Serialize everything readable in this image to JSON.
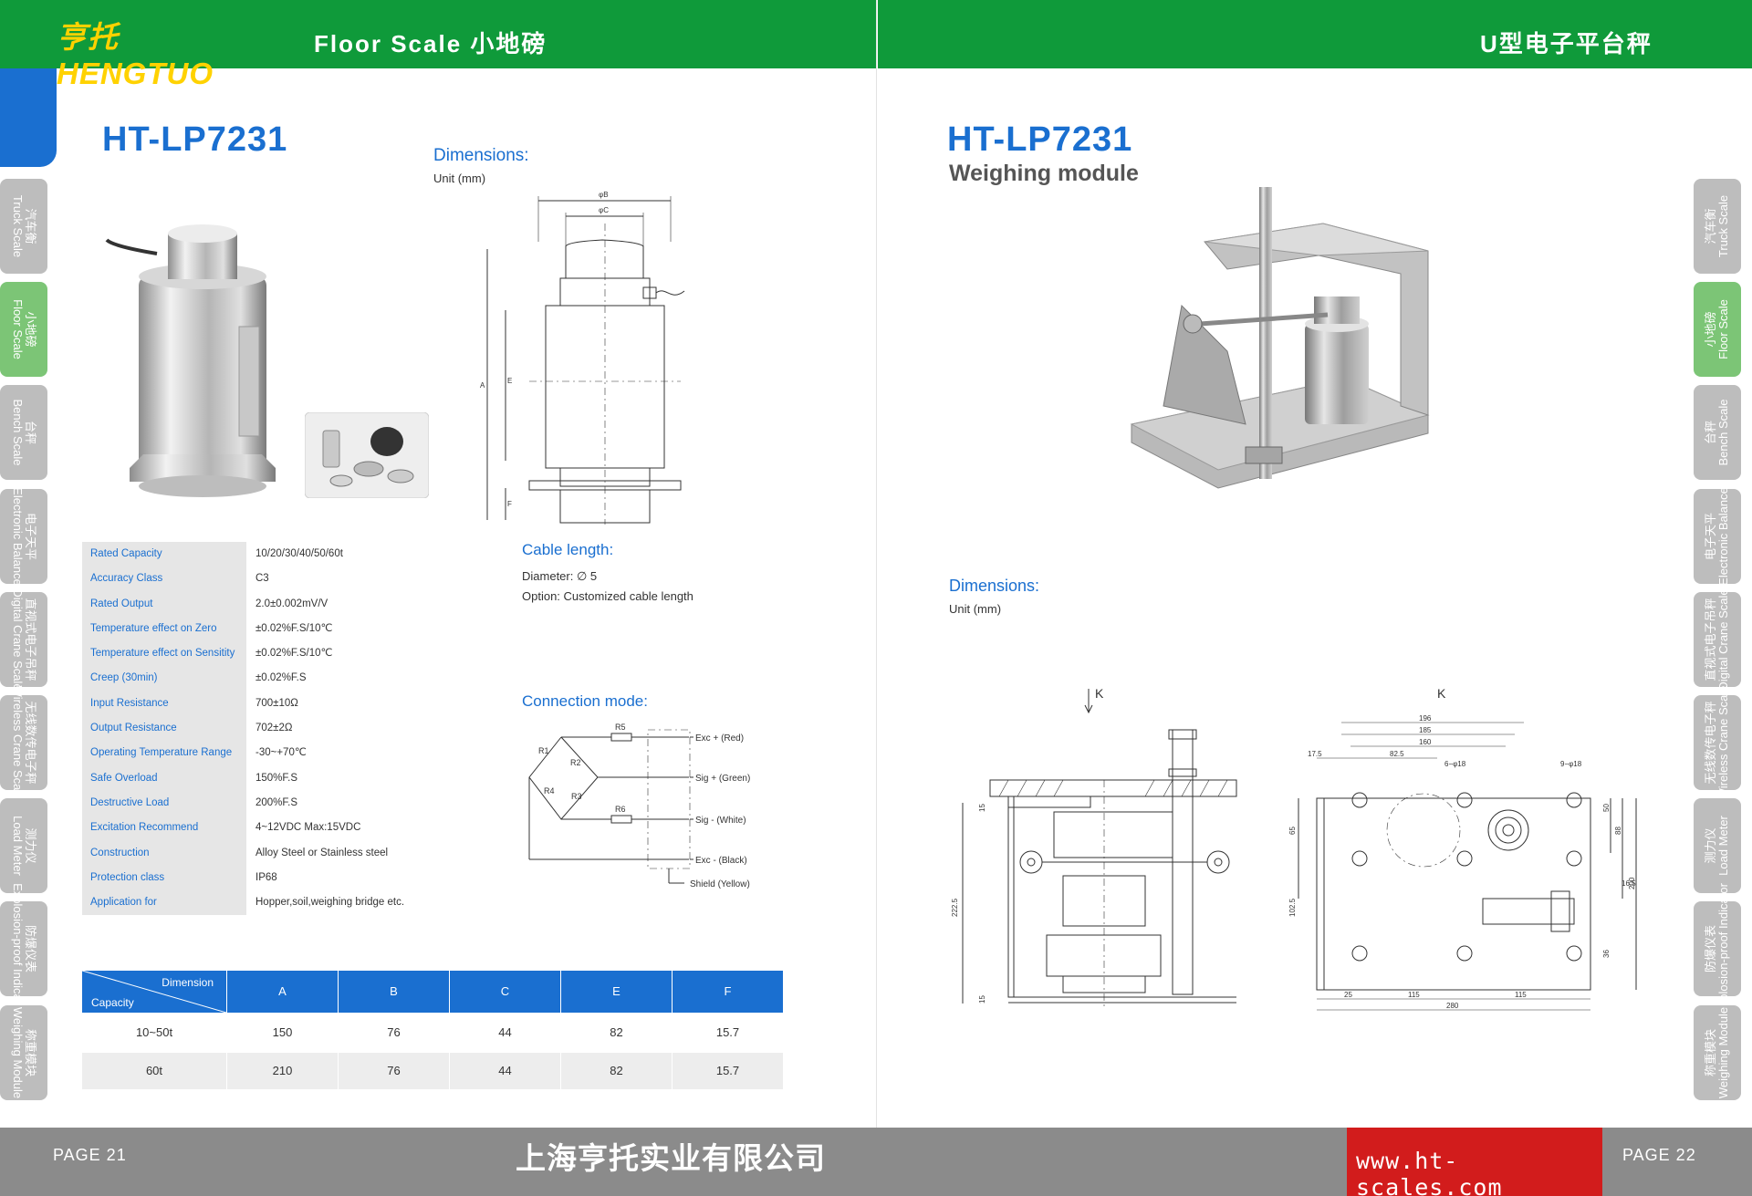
{
  "header": {
    "logo": "亨托HENGTUO",
    "left_title": "Floor Scale  小地磅",
    "right_title": "U型电子平台秤"
  },
  "side_tabs_left": [
    {
      "label": "汽车衡\nTruck Scale",
      "active": false
    },
    {
      "label": "小地磅\nFloor Scale",
      "active": true
    },
    {
      "label": "台秤\nBench Scale",
      "active": false
    },
    {
      "label": "电子天平\nElectronic Balance",
      "active": false
    },
    {
      "label": "直视式电子吊秤\nDigital Crane Scale",
      "active": false
    },
    {
      "label": "无线数传电子秤\nWireless Crane Scale",
      "active": false
    },
    {
      "label": "测力仪\nLoad Meter",
      "active": false
    },
    {
      "label": "防爆仪表\nExplosion-proof Indicator",
      "active": false
    },
    {
      "label": "称重模块\nWeighing Module",
      "active": false
    }
  ],
  "side_tabs_right": [
    {
      "label": "汽车衡\nTruck Scale",
      "active": false
    },
    {
      "label": "小地磅\nFloor Scale",
      "active": true
    },
    {
      "label": "台秤\nBench Scale",
      "active": false
    },
    {
      "label": "电子天平\nElectronic Balance",
      "active": false
    },
    {
      "label": "直视式电子吊秤\nDigital Crane Scale",
      "active": false
    },
    {
      "label": "无线数传电子秤\nWireless Crane Scale",
      "active": false
    },
    {
      "label": "测力仪\nLoad Meter",
      "active": false
    },
    {
      "label": "防爆仪表\nExplosion-proof Indicator",
      "active": false
    },
    {
      "label": "称重模块\nWeighing Module",
      "active": false
    }
  ],
  "left_page": {
    "model": "HT-LP7231",
    "dimensions_title": "Dimensions:",
    "unit": "Unit (mm)",
    "drawing_labels": {
      "phiB": "φB",
      "phiC": "φC",
      "A": "A",
      "E": "E",
      "F": "F"
    },
    "cable_title": "Cable length:",
    "cable_diameter": "Diameter: ∅ 5",
    "cable_option": "Option: Customized cable length",
    "connection_title": "Connection mode:",
    "circuit": {
      "r1": "R1",
      "r2": "R2",
      "r3": "R3",
      "r4": "R4",
      "r5": "R5",
      "r6": "R6",
      "exc_plus": "Exc + (Red)",
      "sig_plus": "Sig + (Green)",
      "sig_minus": "Sig - (White)",
      "exc_minus": "Exc - (Black)",
      "shield": "Shield  (Yellow)"
    },
    "specs": [
      {
        "k": "Rated Capacity",
        "v": "10/20/30/40/50/60t"
      },
      {
        "k": "Accuracy Class",
        "v": "C3"
      },
      {
        "k": "Rated Output",
        "v": "2.0±0.002mV/V"
      },
      {
        "k": "Temperature effect on Zero",
        "v": "±0.02%F.S/10℃"
      },
      {
        "k": "Temperature effect on Sensitity",
        "v": "±0.02%F.S/10℃"
      },
      {
        "k": "Creep (30min)",
        "v": "±0.02%F.S"
      },
      {
        "k": "Input Resistance",
        "v": "700±10Ω"
      },
      {
        "k": "Output Resistance",
        "v": "702±2Ω"
      },
      {
        "k": "Operating Temperature Range",
        "v": "-30~+70℃"
      },
      {
        "k": "Safe Overload",
        "v": "150%F.S"
      },
      {
        "k": "Destructive Load",
        "v": "200%F.S"
      },
      {
        "k": "Excitation Recommend",
        "v": "4~12VDC   Max:15VDC"
      },
      {
        "k": "Construction",
        "v": "Alloy Steel or Stainless steel"
      },
      {
        "k": "Protection class",
        "v": "IP68"
      },
      {
        "k": "Application for",
        "v": "Hopper,soil,weighing bridge etc."
      }
    ],
    "dim_table": {
      "corner_top": "Dimension",
      "corner_bottom": "Capacity",
      "columns": [
        "A",
        "B",
        "C",
        "E",
        "F"
      ],
      "rows": [
        {
          "cap": "10~50t",
          "vals": [
            "150",
            "76",
            "44",
            "82",
            "15.7"
          ]
        },
        {
          "cap": "60t",
          "vals": [
            "210",
            "76",
            "44",
            "82",
            "15.7"
          ]
        }
      ]
    }
  },
  "right_page": {
    "model": "HT-LP7231",
    "subtitle": "Weighing module",
    "dimensions_title": "Dimensions:",
    "unit": "Unit (mm)",
    "drawing_labels": {
      "k1": "K",
      "k2": "K",
      "d196": "196",
      "d185": "185",
      "d160": "160",
      "d825": "82.5",
      "d175": "17.5",
      "d6phi18": "6−φ18",
      "d9phi18": "9−φ18",
      "d65": "65",
      "d1025": "102.5",
      "d2225": "222.5",
      "d15a": "15",
      "d15b": "15",
      "d50": "50",
      "d88": "88",
      "d165": "16.5",
      "d200": "200",
      "d36": "36",
      "d25": "25",
      "d115a": "115",
      "d115b": "115",
      "d280": "280"
    }
  },
  "footer": {
    "page_left": "PAGE  21",
    "company": "上海亨托实业有限公司",
    "website": "www.ht-scales.com",
    "page_right": "PAGE  22"
  }
}
